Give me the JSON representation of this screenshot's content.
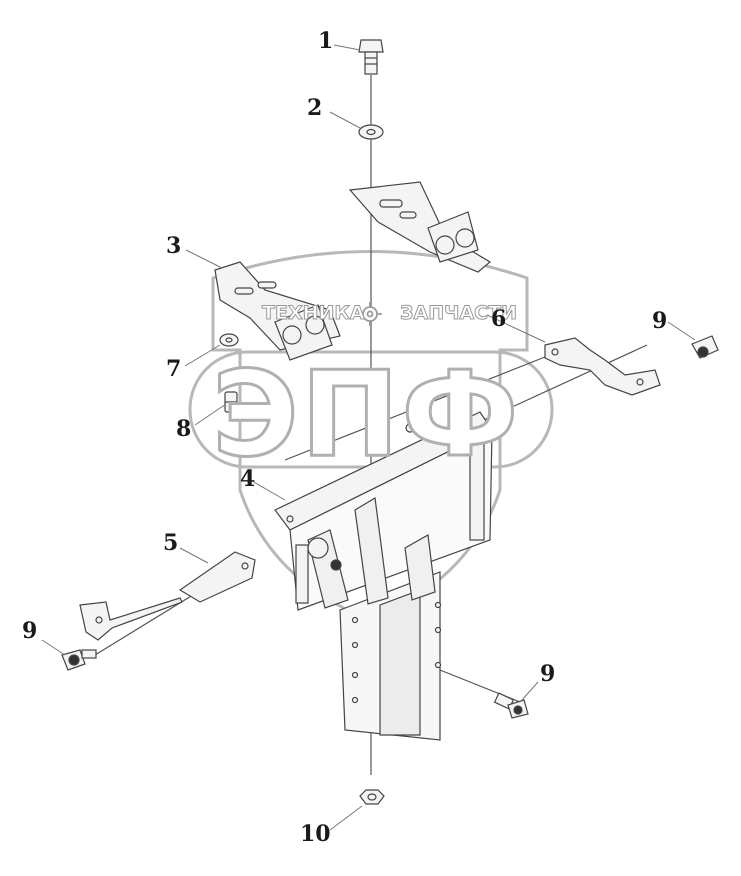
{
  "callouts": {
    "c1": "1",
    "c2": "2",
    "c3": "3",
    "c4": "4",
    "c5": "5",
    "c6": "6",
    "c7": "7",
    "c8": "8",
    "c9a": "9",
    "c9b": "9",
    "c9c": "9",
    "c10": "10"
  },
  "watermark": {
    "left_word": "ТЕХНИКА",
    "right_word": "ЗАПЧАСТИ",
    "logo": "ЭПФ",
    "icon": "gear-icon"
  },
  "colors": {
    "line": "#4a4a4a",
    "watermark_stroke": "#b0b0b0",
    "part_fill": "#f4f4f4"
  }
}
